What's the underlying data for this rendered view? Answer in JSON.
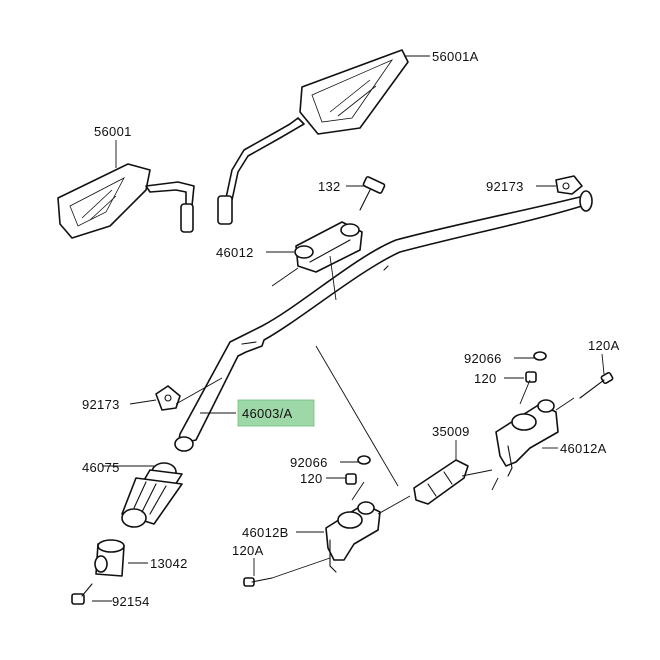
{
  "labels": {
    "p56001A": "56001A",
    "p56001": "56001",
    "p132": "132",
    "p92173_top": "92173",
    "p46012": "46012",
    "p92066_right": "92066",
    "p120A_right": "120A",
    "p120_right": "120",
    "p92173_left": "92173",
    "p46003A": "46003/A",
    "p35009": "35009",
    "p46012A": "46012A",
    "p92066_mid": "92066",
    "p46075": "46075",
    "p120_mid": "120",
    "p46012B": "46012B",
    "p13042": "13042",
    "p120A_bottom": "120A",
    "p92154": "92154"
  },
  "highlighted_part": "46003/A",
  "colors": {
    "highlight": "#9fd8a8",
    "line": "#111111"
  }
}
